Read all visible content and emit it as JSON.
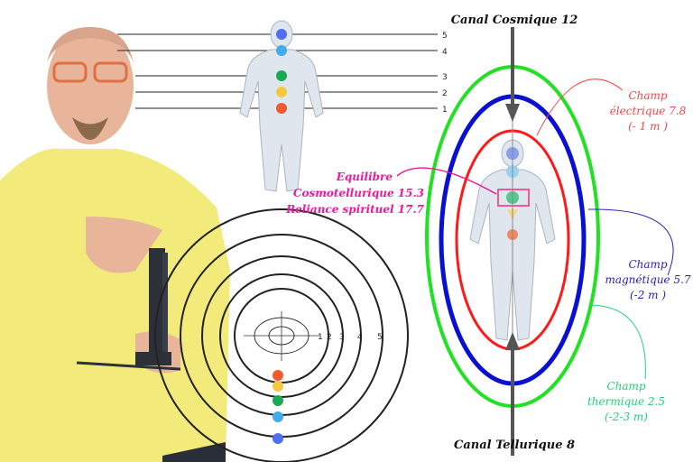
{
  "canal_top": "Canal Cosmique 12",
  "canal_bottom": "Canal Tellurique 8",
  "fields": {
    "electric": {
      "line1": "Champ",
      "line2": "électrique 7.8",
      "line3": "(- 1 m )",
      "color": "#f04848"
    },
    "magnetic": {
      "line1": "Champ",
      "line2": "magnétique 5.7",
      "line3": "(-2 m )",
      "color": "#2a20c0"
    },
    "thermal": {
      "line1": "Champ",
      "line2": "thermique 2.5",
      "line3": "(-2-3 m)",
      "color": "#22d077"
    },
    "balance": {
      "line1": "Equilibre",
      "line2": "Cosmotellurique 15.3",
      "line3": "Reliance spirituel 17.7",
      "color": "#f0189a"
    }
  },
  "chakra_levels": [
    "1",
    "2",
    "3",
    "4",
    "5"
  ],
  "target_rings": [
    "1",
    "2",
    "3",
    "4",
    "5"
  ],
  "chakra_colors": [
    "#f05a30",
    "#f5c842",
    "#1aaa55",
    "#44aaee",
    "#4f6ef0"
  ],
  "ring_colors": {
    "thermal": "#22e022",
    "magnetic": "#0a10d0",
    "electric": "#ff1a1a"
  }
}
